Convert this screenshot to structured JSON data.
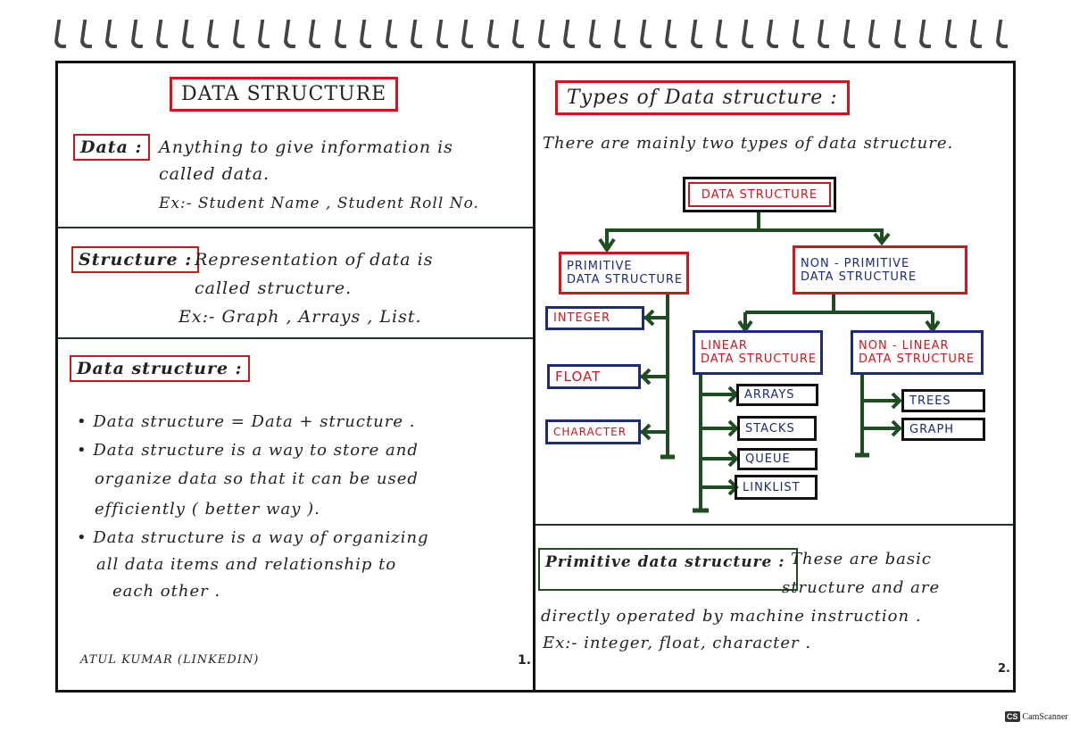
{
  "page1": {
    "title": "DATA STRUCTURE",
    "data_label": "Data :",
    "data_line1": "Anything to give information is",
    "data_line2": "called data.",
    "data_example": "Ex:- Student Name , Student Roll No.",
    "structure_label": "Structure :",
    "structure_line1": "Representation of data is",
    "structure_line2": "called structure.",
    "structure_example": "Ex:- Graph , Arrays , List.",
    "ds_label": "Data structure :",
    "bullets": [
      "Data structure = Data + structure .",
      "Data structure is a way to store and",
      "organize data so that it can be used",
      "efficiently ( better way ).",
      "Data structure is a way of organizing",
      "all data items and relationship to",
      "each other ."
    ],
    "author": "ATUL KUMAR (LINKEDIN)",
    "page_number": "1."
  },
  "page2": {
    "title": "Types of Data structure :",
    "intro": "There are mainly two types of data structure.",
    "diagram": {
      "root": "DATA STRUCTURE",
      "primitive": [
        "PRIMITIVE",
        "DATA STRUCTURE"
      ],
      "non_primitive": [
        "NON - PRIMITIVE",
        "DATA STRUCTURE"
      ],
      "primitive_types": [
        "INTEGER",
        "FLOAT",
        "CHARACTER"
      ],
      "linear": [
        "LINEAR",
        "DATA STRUCTURE"
      ],
      "non_linear": [
        "NON - LINEAR",
        "DATA STRUCTURE"
      ],
      "linear_types": [
        "ARRAYS",
        "STACKS",
        "QUEUE",
        "LINKLIST"
      ],
      "non_linear_types": [
        "TREES",
        "GRAPH"
      ]
    },
    "primitive_label": "Primitive data structure :",
    "primitive_line1": "These are basic",
    "primitive_line2": "structure and are",
    "primitive_line3": "directly operated by machine instruction .",
    "primitive_example": "Ex:- integer, float, character .",
    "page_number": "2."
  },
  "watermark": {
    "logo": "CS",
    "text": "CamScanner"
  },
  "colors": {
    "red": "#d0161c",
    "blue": "#1b2a7a",
    "green": "#1f4d22"
  }
}
